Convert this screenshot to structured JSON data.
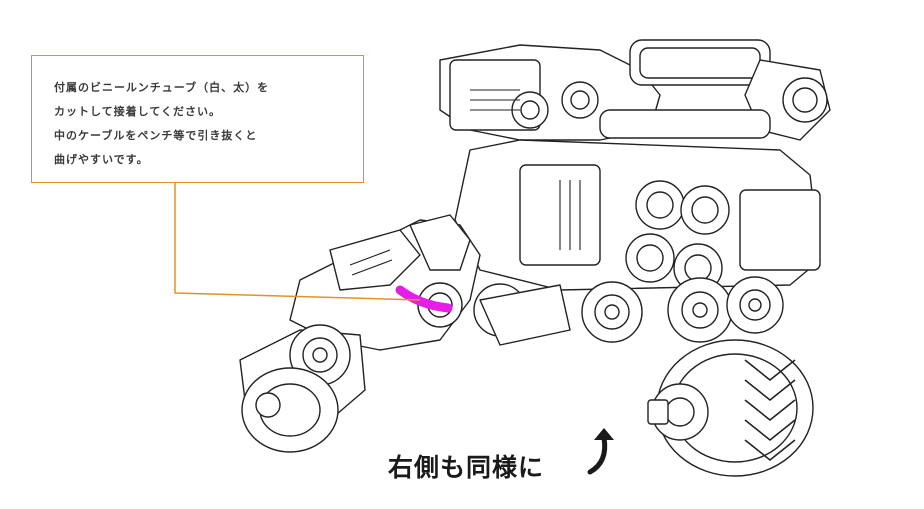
{
  "callout": {
    "lines": [
      "付属のビニールンチューブ（白、太）を",
      "カットして接着してください。",
      "中のケーブルをペンチ等で引き抜くと",
      "曲げやすいです。"
    ]
  },
  "bottom_note": "右側も同様に",
  "colors": {
    "callout_border": "#e0922a",
    "leader_line": "#e0922a",
    "tube_highlight": "#e41ee6",
    "line_art": "#222222"
  },
  "icons": {
    "arrow": "curved-up-arrow"
  }
}
